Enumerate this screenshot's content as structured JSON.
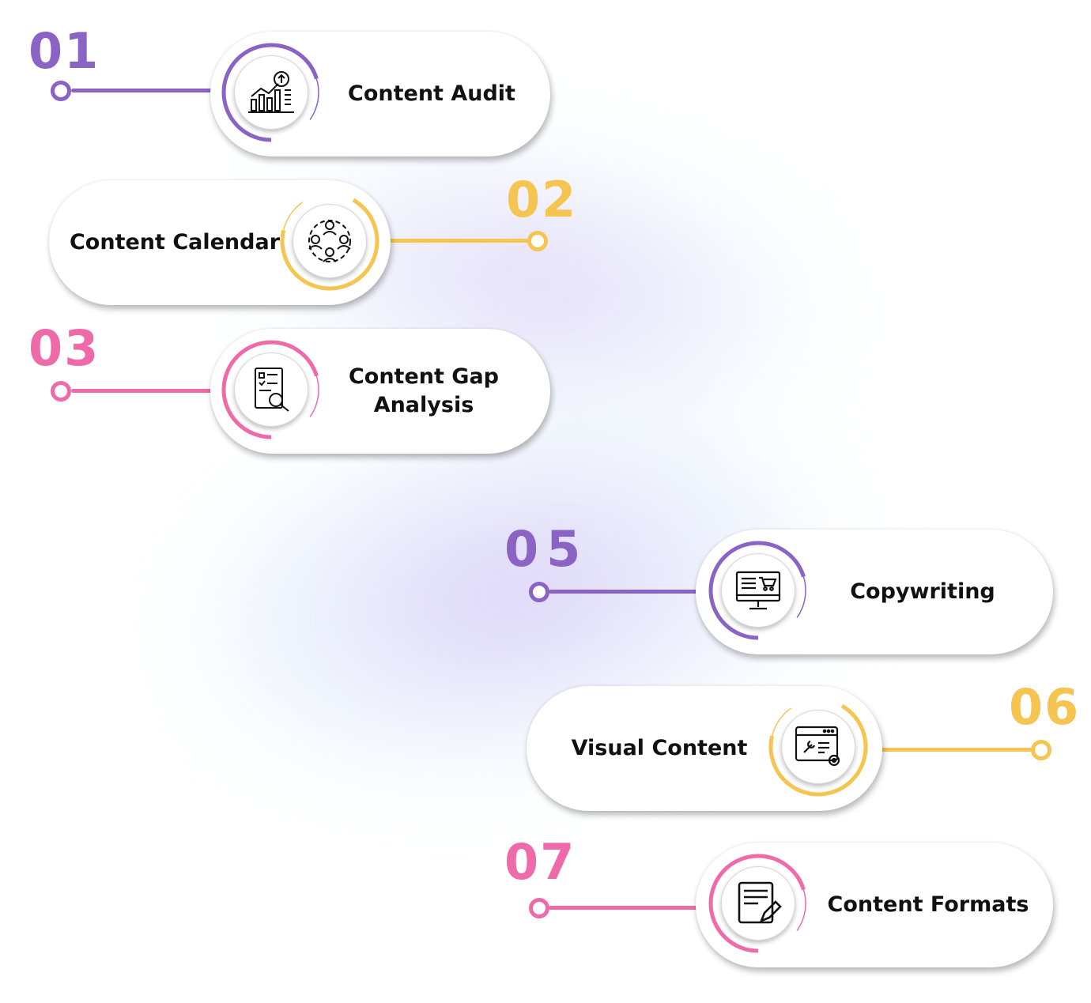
{
  "steps": [
    {
      "number": "01",
      "label": "Content Audit",
      "icon": "analytics-chart-icon",
      "color": "#8a63c4"
    },
    {
      "number": "02",
      "label": "Content Calendar",
      "icon": "team-network-icon",
      "color": "#f6c451"
    },
    {
      "number": "03",
      "label": "Content Gap\nAnalysis",
      "icon": "checklist-search-icon",
      "color": "#ee6aa8"
    },
    {
      "number": "05",
      "label": "Copywriting",
      "icon": "monitor-cart-icon",
      "color": "#8a63c4"
    },
    {
      "number": "06",
      "label": "Visual Content",
      "icon": "browser-settings-icon",
      "color": "#f6c451"
    },
    {
      "number": "07",
      "label": "Content Formats",
      "icon": "document-edit-icon",
      "color": "#ee6aa8"
    }
  ]
}
